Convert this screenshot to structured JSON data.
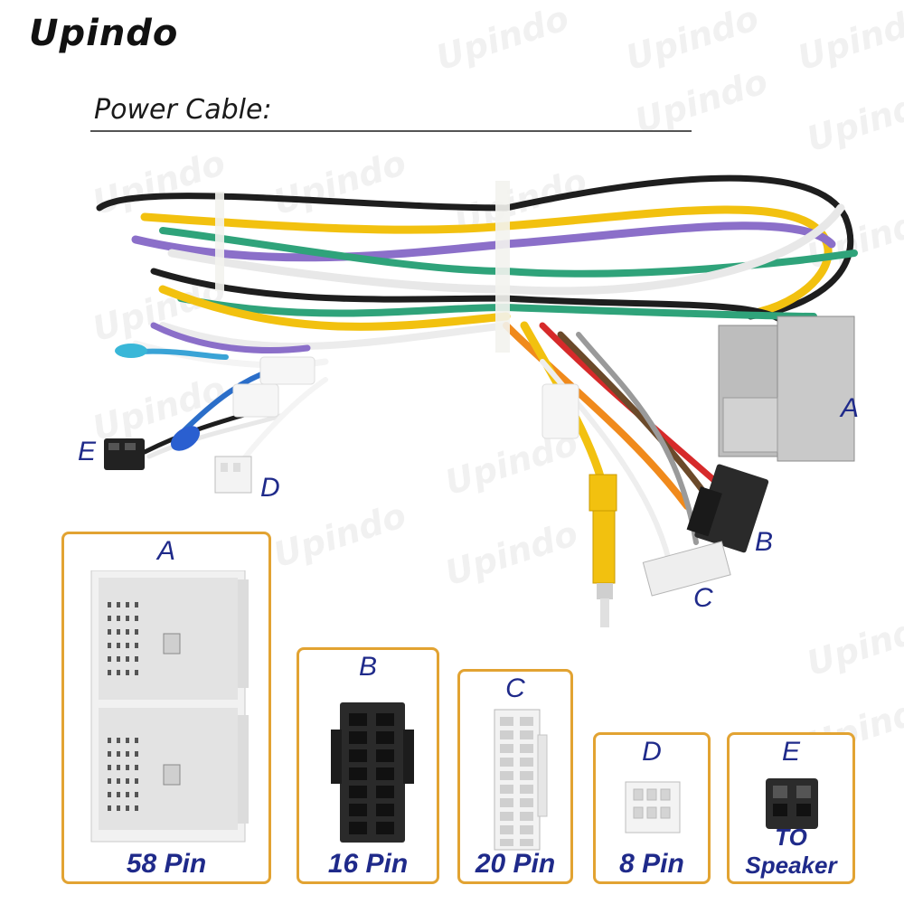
{
  "brand": {
    "logo_text": "Upindo",
    "watermark_text": "Upindo"
  },
  "title": "Power Cable:",
  "photo_labels": {
    "A": "A",
    "B": "B",
    "C": "C",
    "D": "D",
    "E": "E"
  },
  "connectors": [
    {
      "letter": "A",
      "pins": "58 Pin"
    },
    {
      "letter": "B",
      "pins": "16 Pin"
    },
    {
      "letter": "C",
      "pins": "20 Pin"
    },
    {
      "letter": "D",
      "pins": "8 Pin"
    },
    {
      "letter": "E",
      "pins": "TO Speaker"
    }
  ],
  "colors": {
    "frame": "#e2a332",
    "label_blue": "#1f2a8a",
    "connector_grey": "#c9c9c9",
    "connector_black": "#2a2a2a",
    "connector_white": "#eeeeee"
  },
  "wire_colors": [
    "#1e1e1e",
    "#f2c10f",
    "#8b6fc9",
    "#2fa37a",
    "#ffffff",
    "#e8e8e8",
    "#5a4a3a"
  ]
}
